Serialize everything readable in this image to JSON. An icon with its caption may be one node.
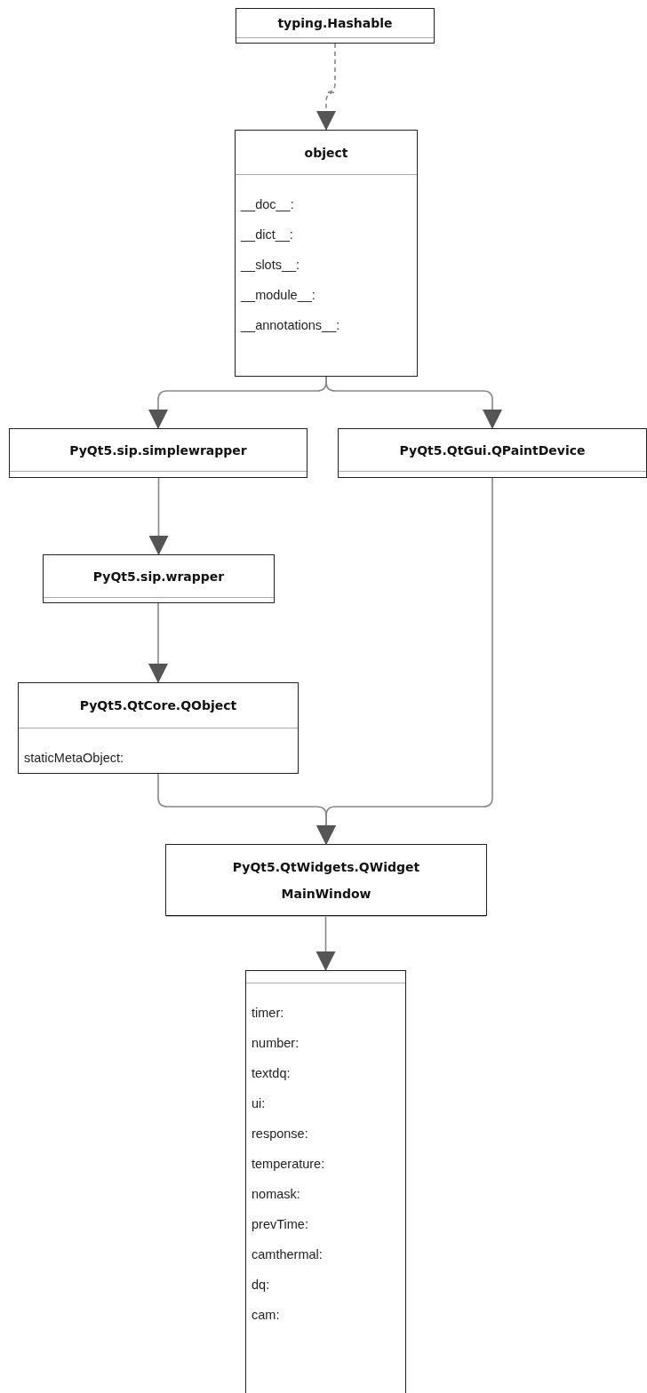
{
  "diagram": {
    "nodes": [
      {
        "text": [
          "typing.Hashable"
        ]
      },
      {
        "text": [
          "object",
          "__doc__:",
          "__dict__:",
          "__slots__:",
          "__module__:",
          "__annotations__:"
        ]
      },
      {
        "text": [
          "PyQt5.sip.simplewrapper"
        ]
      },
      {
        "text": [
          "PyQt5.QtGui.QPaintDevice"
        ]
      },
      {
        "text": [
          "PyQt5.sip.wrapper"
        ]
      },
      {
        "text": [
          "PyQt5.QtCore.QObject",
          "staticMetaObject:"
        ]
      },
      {
        "text": [
          "PyQt5.QtWidgets.QWidget",
          "MainWindow"
        ]
      },
      {
        "text": [
          "timer:",
          "number:",
          "textdq:",
          "ui:",
          "response:",
          "temperature:",
          "nomask:",
          "prevTime:",
          "camthermal:",
          "dq:",
          "cam:"
        ]
      }
    ],
    "edges": [
      {
        "from": 0,
        "to": 1,
        "arrow": "to",
        "style": "dashed"
      },
      {
        "from": 1,
        "to": 2,
        "arrow": "to"
      },
      {
        "from": 1,
        "to": 3,
        "arrow": "to"
      },
      {
        "from": 2,
        "to": 4,
        "arrow": "to"
      },
      {
        "from": 4,
        "to": 5,
        "arrow": "to"
      },
      {
        "from": 5,
        "to": 6,
        "arrow": "to"
      },
      {
        "from": 3,
        "to": 6,
        "arrow": "to"
      },
      {
        "from": 6,
        "to": 7,
        "arrow": "to"
      }
    ]
  }
}
